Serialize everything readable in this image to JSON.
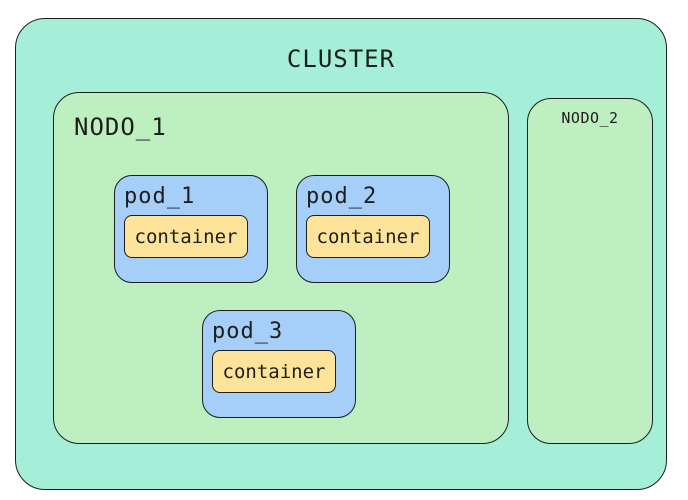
{
  "diagram": {
    "cluster": {
      "title": "CLUSTER"
    },
    "nodes": [
      {
        "title": "NODO_1"
      },
      {
        "title": "NODO_2"
      }
    ],
    "pods": [
      {
        "title": "pod_1",
        "container": "container"
      },
      {
        "title": "pod_2",
        "container": "container"
      },
      {
        "title": "pod_3",
        "container": "container"
      }
    ]
  },
  "colors": {
    "cluster_fill": "#a5eed7",
    "node_fill": "#bdefc0",
    "pod_fill": "#a5cff8",
    "container_fill": "#fde49a",
    "stroke": "#1e1e1e"
  }
}
